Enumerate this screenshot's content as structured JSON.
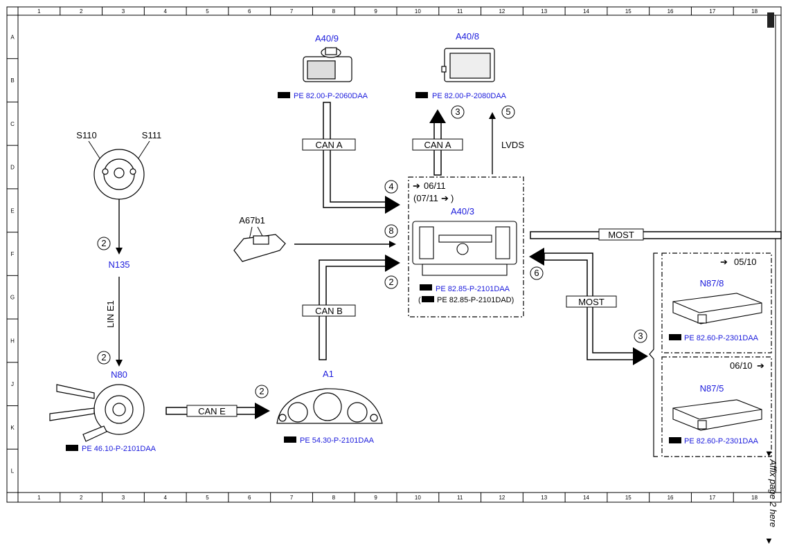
{
  "grid": {
    "columns": [
      "1",
      "2",
      "3",
      "4",
      "5",
      "6",
      "7",
      "8",
      "9",
      "10",
      "11",
      "12",
      "13",
      "14",
      "15",
      "16",
      "17",
      "18"
    ],
    "rows": [
      "A",
      "B",
      "C",
      "D",
      "E",
      "F",
      "G",
      "H",
      "J",
      "K",
      "L"
    ]
  },
  "components": {
    "a40_9": {
      "label": "A40/9",
      "ref": "PE 82.00-P-2060DAA"
    },
    "a40_8": {
      "label": "A40/8",
      "ref": "PE 82.00-P-2080DAA"
    },
    "a40_3": {
      "label": "A40/3",
      "ref": "PE 82.85-P-2101DAA",
      "ref_alt": "PE 82.85-P-2101DAD)",
      "ref_alt_prefix": "(",
      "valid_from": "06/11",
      "valid_alt": "(07/11",
      "valid_alt_end": ")"
    },
    "s110": {
      "label": "S110"
    },
    "s111": {
      "label": "S111"
    },
    "n135": {
      "label": "N135"
    },
    "a67b1": {
      "label": "A67b1"
    },
    "n80": {
      "label": "N80",
      "ref": "PE 46.10-P-2101DAA"
    },
    "a1": {
      "label": "A1",
      "ref": "PE 54.30-P-2101DAA"
    },
    "n87_8": {
      "label": "N87/8",
      "ref": "PE 82.60-P-2301DAA",
      "valid": "05/10"
    },
    "n87_5": {
      "label": "N87/5",
      "ref": "PE 82.60-P-2301DAA",
      "valid": "06/10"
    }
  },
  "buses": {
    "can_a_left": "CAN A",
    "can_a_right": "CAN A",
    "can_b": "CAN B",
    "can_e": "CAN E",
    "most_top": "MOST",
    "most_mid": "MOST",
    "lin_e1": "LIN E1",
    "lvds": "LVDS"
  },
  "markers": {
    "m3_top": "3",
    "m5": "5",
    "m4": "4",
    "m8": "8",
    "m2_hu": "2",
    "m6": "6",
    "m3_right": "3",
    "m2_n135": "2",
    "m2_n80": "2",
    "m2_a1": "2"
  },
  "footer": {
    "note": "Affix page 2 here"
  },
  "colors": {
    "label_blue": "#1a1adc",
    "line": "#000000"
  }
}
